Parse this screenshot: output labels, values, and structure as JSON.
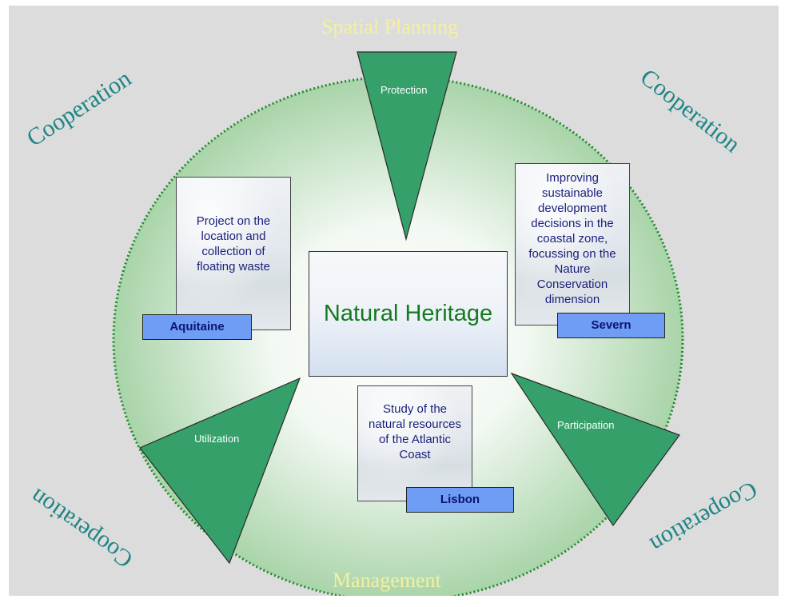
{
  "headings": {
    "top": "Spatial Planning",
    "bottom": "Management"
  },
  "cooperation": {
    "top_left": "Cooperation",
    "top_right": "Cooperation",
    "bottom_left": "Cooperation",
    "bottom_right": "Cooperation"
  },
  "triangles": {
    "protection": "Protection",
    "utilization": "Utilization",
    "participation": "Participation"
  },
  "center": {
    "title": "Natural Heritage"
  },
  "projects": {
    "aquitaine": {
      "description": "Project on the location and collection of floating waste",
      "tag": "Aquitaine"
    },
    "severn": {
      "description": "Improving sustainable development decisions in the coastal zone, focussing on the Nature Conservation dimension",
      "tag": "Severn"
    },
    "lisbon": {
      "description": "Study of the natural resources of the Atlantic Coast",
      "tag": "Lisbon"
    }
  },
  "colors": {
    "panel_background": "#dcdcdc",
    "ellipse_fill_edge": "#a9d4a9",
    "ellipse_fill_center": "#ffffff",
    "ellipse_border": "#1e8a2a",
    "triangle_fill": "#35a06a",
    "heading_text": "#f4f0a0",
    "cooperation_text": "#1f8585",
    "center_title": "#157a1f",
    "project_text": "#1a1f7a",
    "tag_fill": "#6f9cf5"
  }
}
